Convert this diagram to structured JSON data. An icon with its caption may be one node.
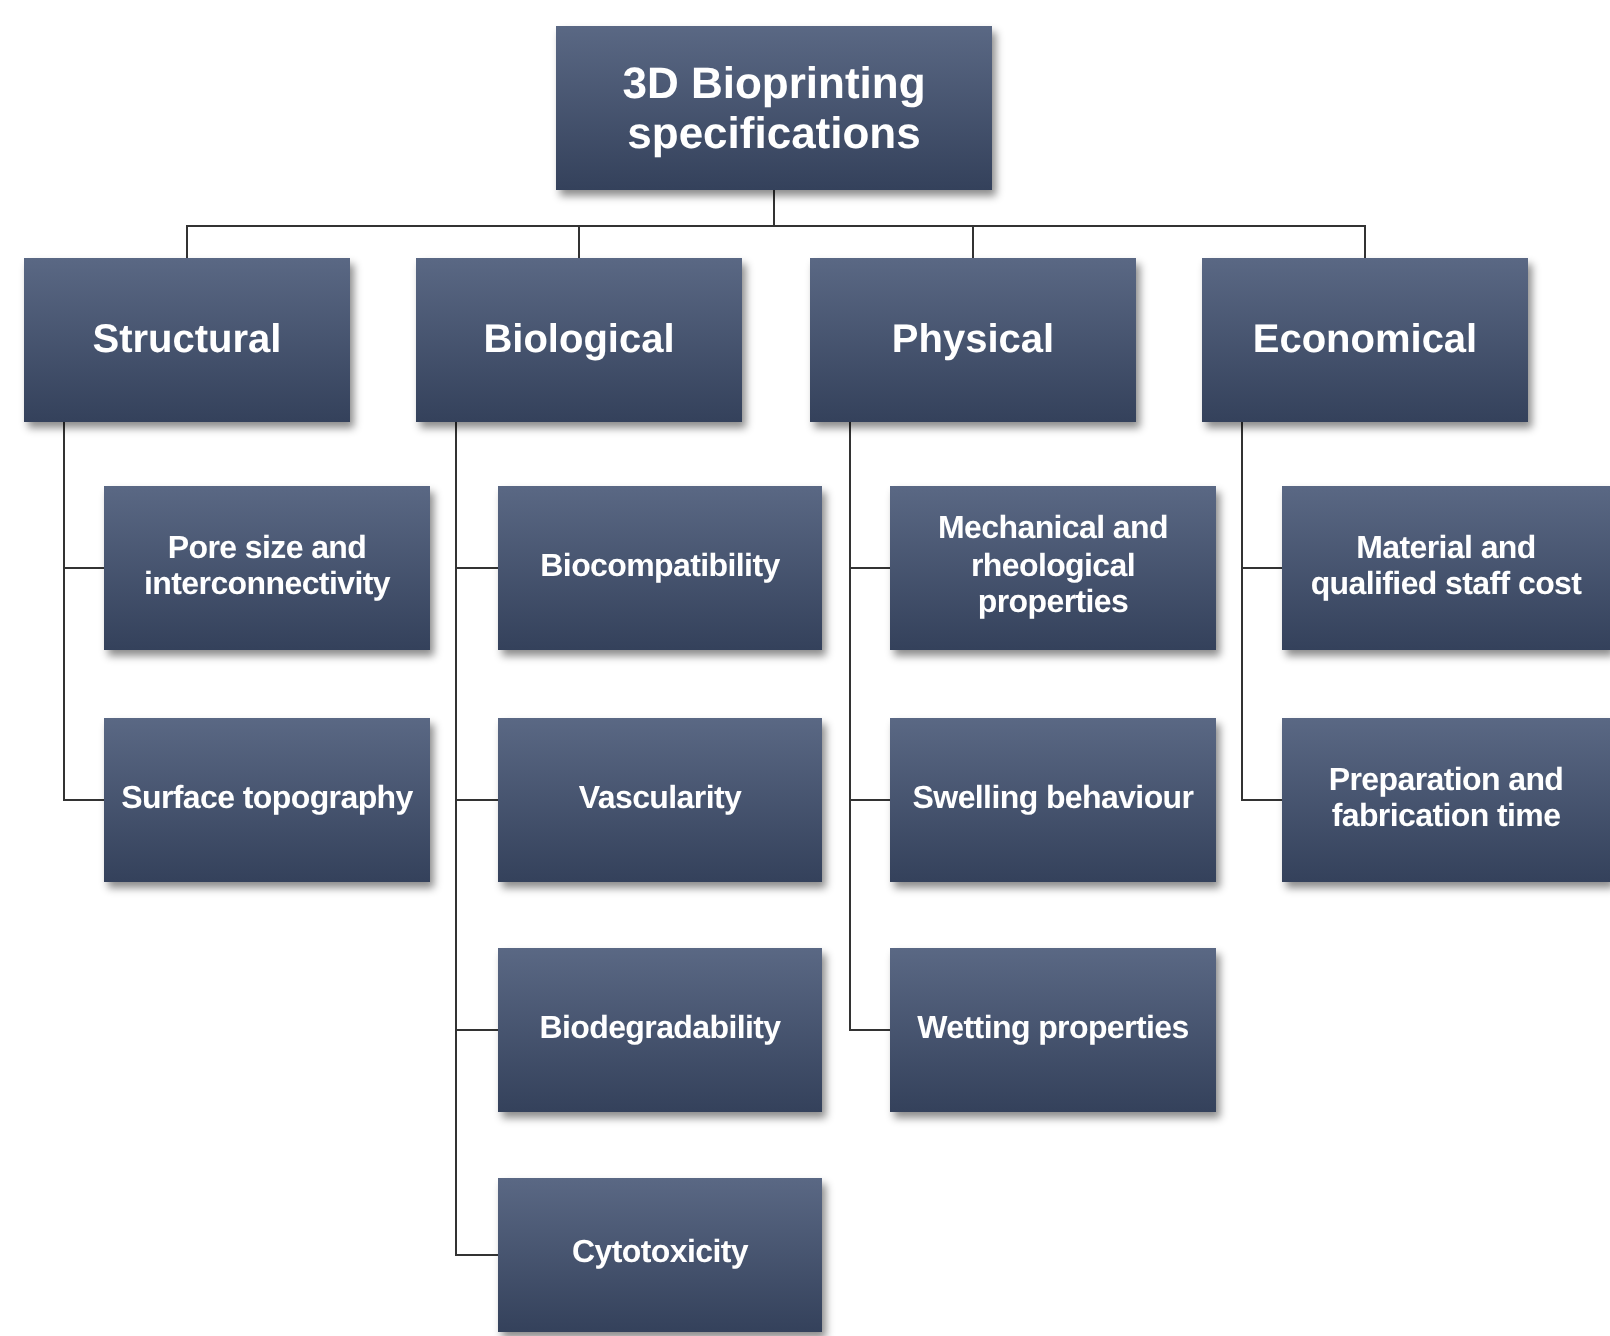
{
  "diagram": {
    "nodes": [
      {
        "text": [
          "3D Bioprinting specifications"
        ]
      },
      {
        "text": [
          "Structural"
        ]
      },
      {
        "text": [
          "Pore size and interconnectivity"
        ]
      },
      {
        "text": [
          "Surface topography"
        ]
      },
      {
        "text": [
          "Biological"
        ]
      },
      {
        "text": [
          "Biocompatibility"
        ]
      },
      {
        "text": [
          "Vascularity"
        ]
      },
      {
        "text": [
          "Biodegradability"
        ]
      },
      {
        "text": [
          "Cytotoxicity"
        ]
      },
      {
        "text": [
          "Physical"
        ]
      },
      {
        "text": [
          "Mechanical and rheological properties"
        ]
      },
      {
        "text": [
          "Swelling behaviour"
        ]
      },
      {
        "text": [
          "Wetting properties"
        ]
      },
      {
        "text": [
          "Economical"
        ]
      },
      {
        "text": [
          "Material and qualified staff cost"
        ]
      },
      {
        "text": [
          "Preparation and fabrication time"
        ]
      }
    ],
    "edges": [
      {
        "from": 0,
        "to": 1,
        "arrow": "none"
      },
      {
        "from": 0,
        "to": 4,
        "arrow": "none"
      },
      {
        "from": 0,
        "to": 9,
        "arrow": "none"
      },
      {
        "from": 0,
        "to": 13,
        "arrow": "none"
      },
      {
        "from": 1,
        "to": 2,
        "arrow": "none"
      },
      {
        "from": 1,
        "to": 3,
        "arrow": "none"
      },
      {
        "from": 4,
        "to": 5,
        "arrow": "none"
      },
      {
        "from": 4,
        "to": 6,
        "arrow": "none"
      },
      {
        "from": 4,
        "to": 7,
        "arrow": "none"
      },
      {
        "from": 4,
        "to": 8,
        "arrow": "none"
      },
      {
        "from": 9,
        "to": 10,
        "arrow": "none"
      },
      {
        "from": 9,
        "to": 11,
        "arrow": "none"
      },
      {
        "from": 9,
        "to": 12,
        "arrow": "none"
      },
      {
        "from": 13,
        "to": 14,
        "arrow": "none"
      },
      {
        "from": 13,
        "to": 15,
        "arrow": "none"
      }
    ]
  }
}
